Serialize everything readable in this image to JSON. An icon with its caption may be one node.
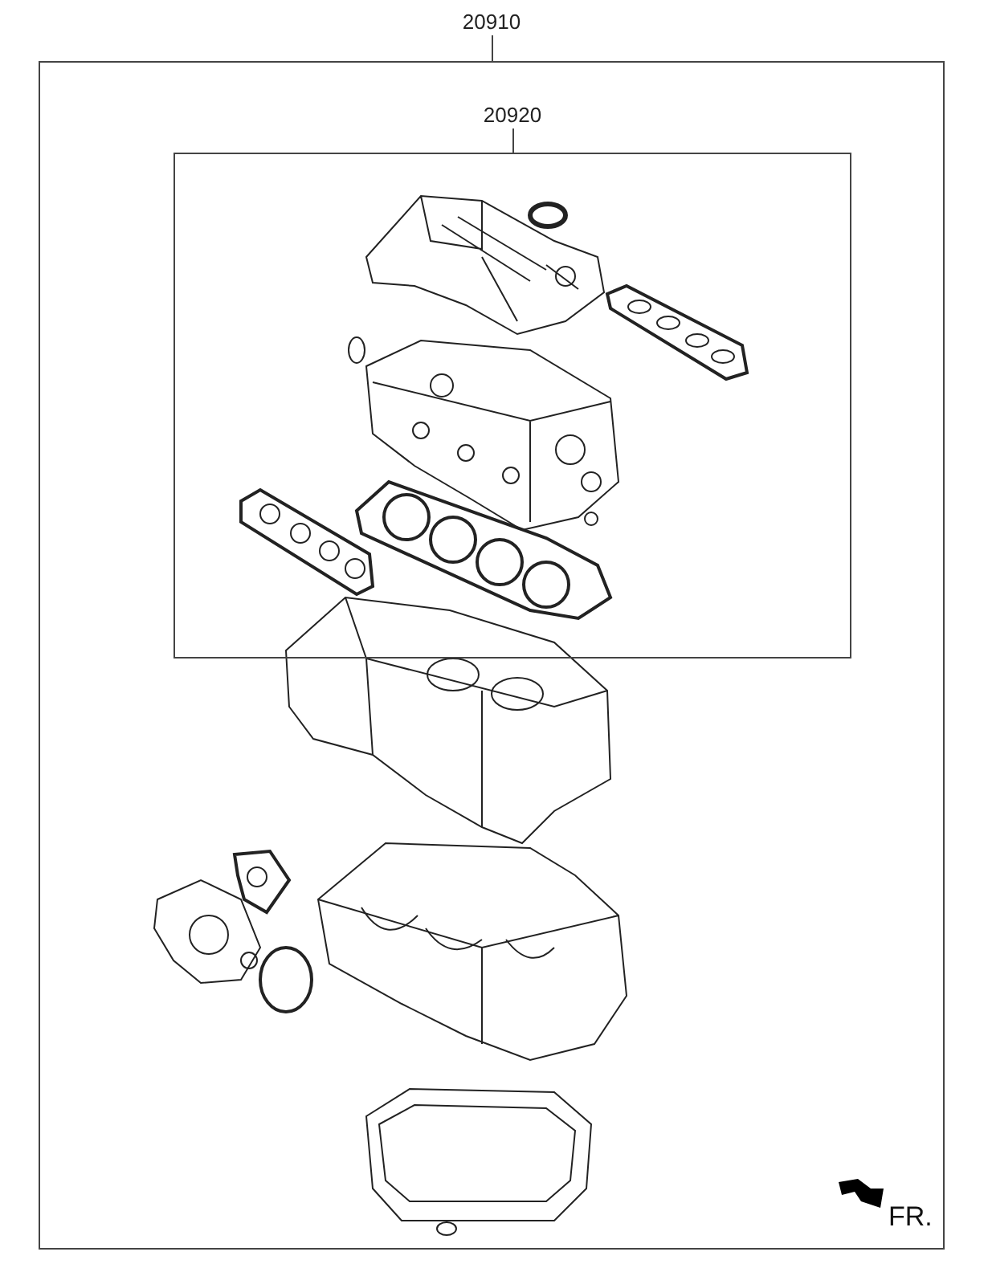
{
  "diagram": {
    "nodes": [
      {
        "text": [
          "20910"
        ]
      },
      {
        "text": [
          "20920"
        ],
        "in": 0
      }
    ],
    "edges": [],
    "labels": [
      "FR."
    ]
  }
}
